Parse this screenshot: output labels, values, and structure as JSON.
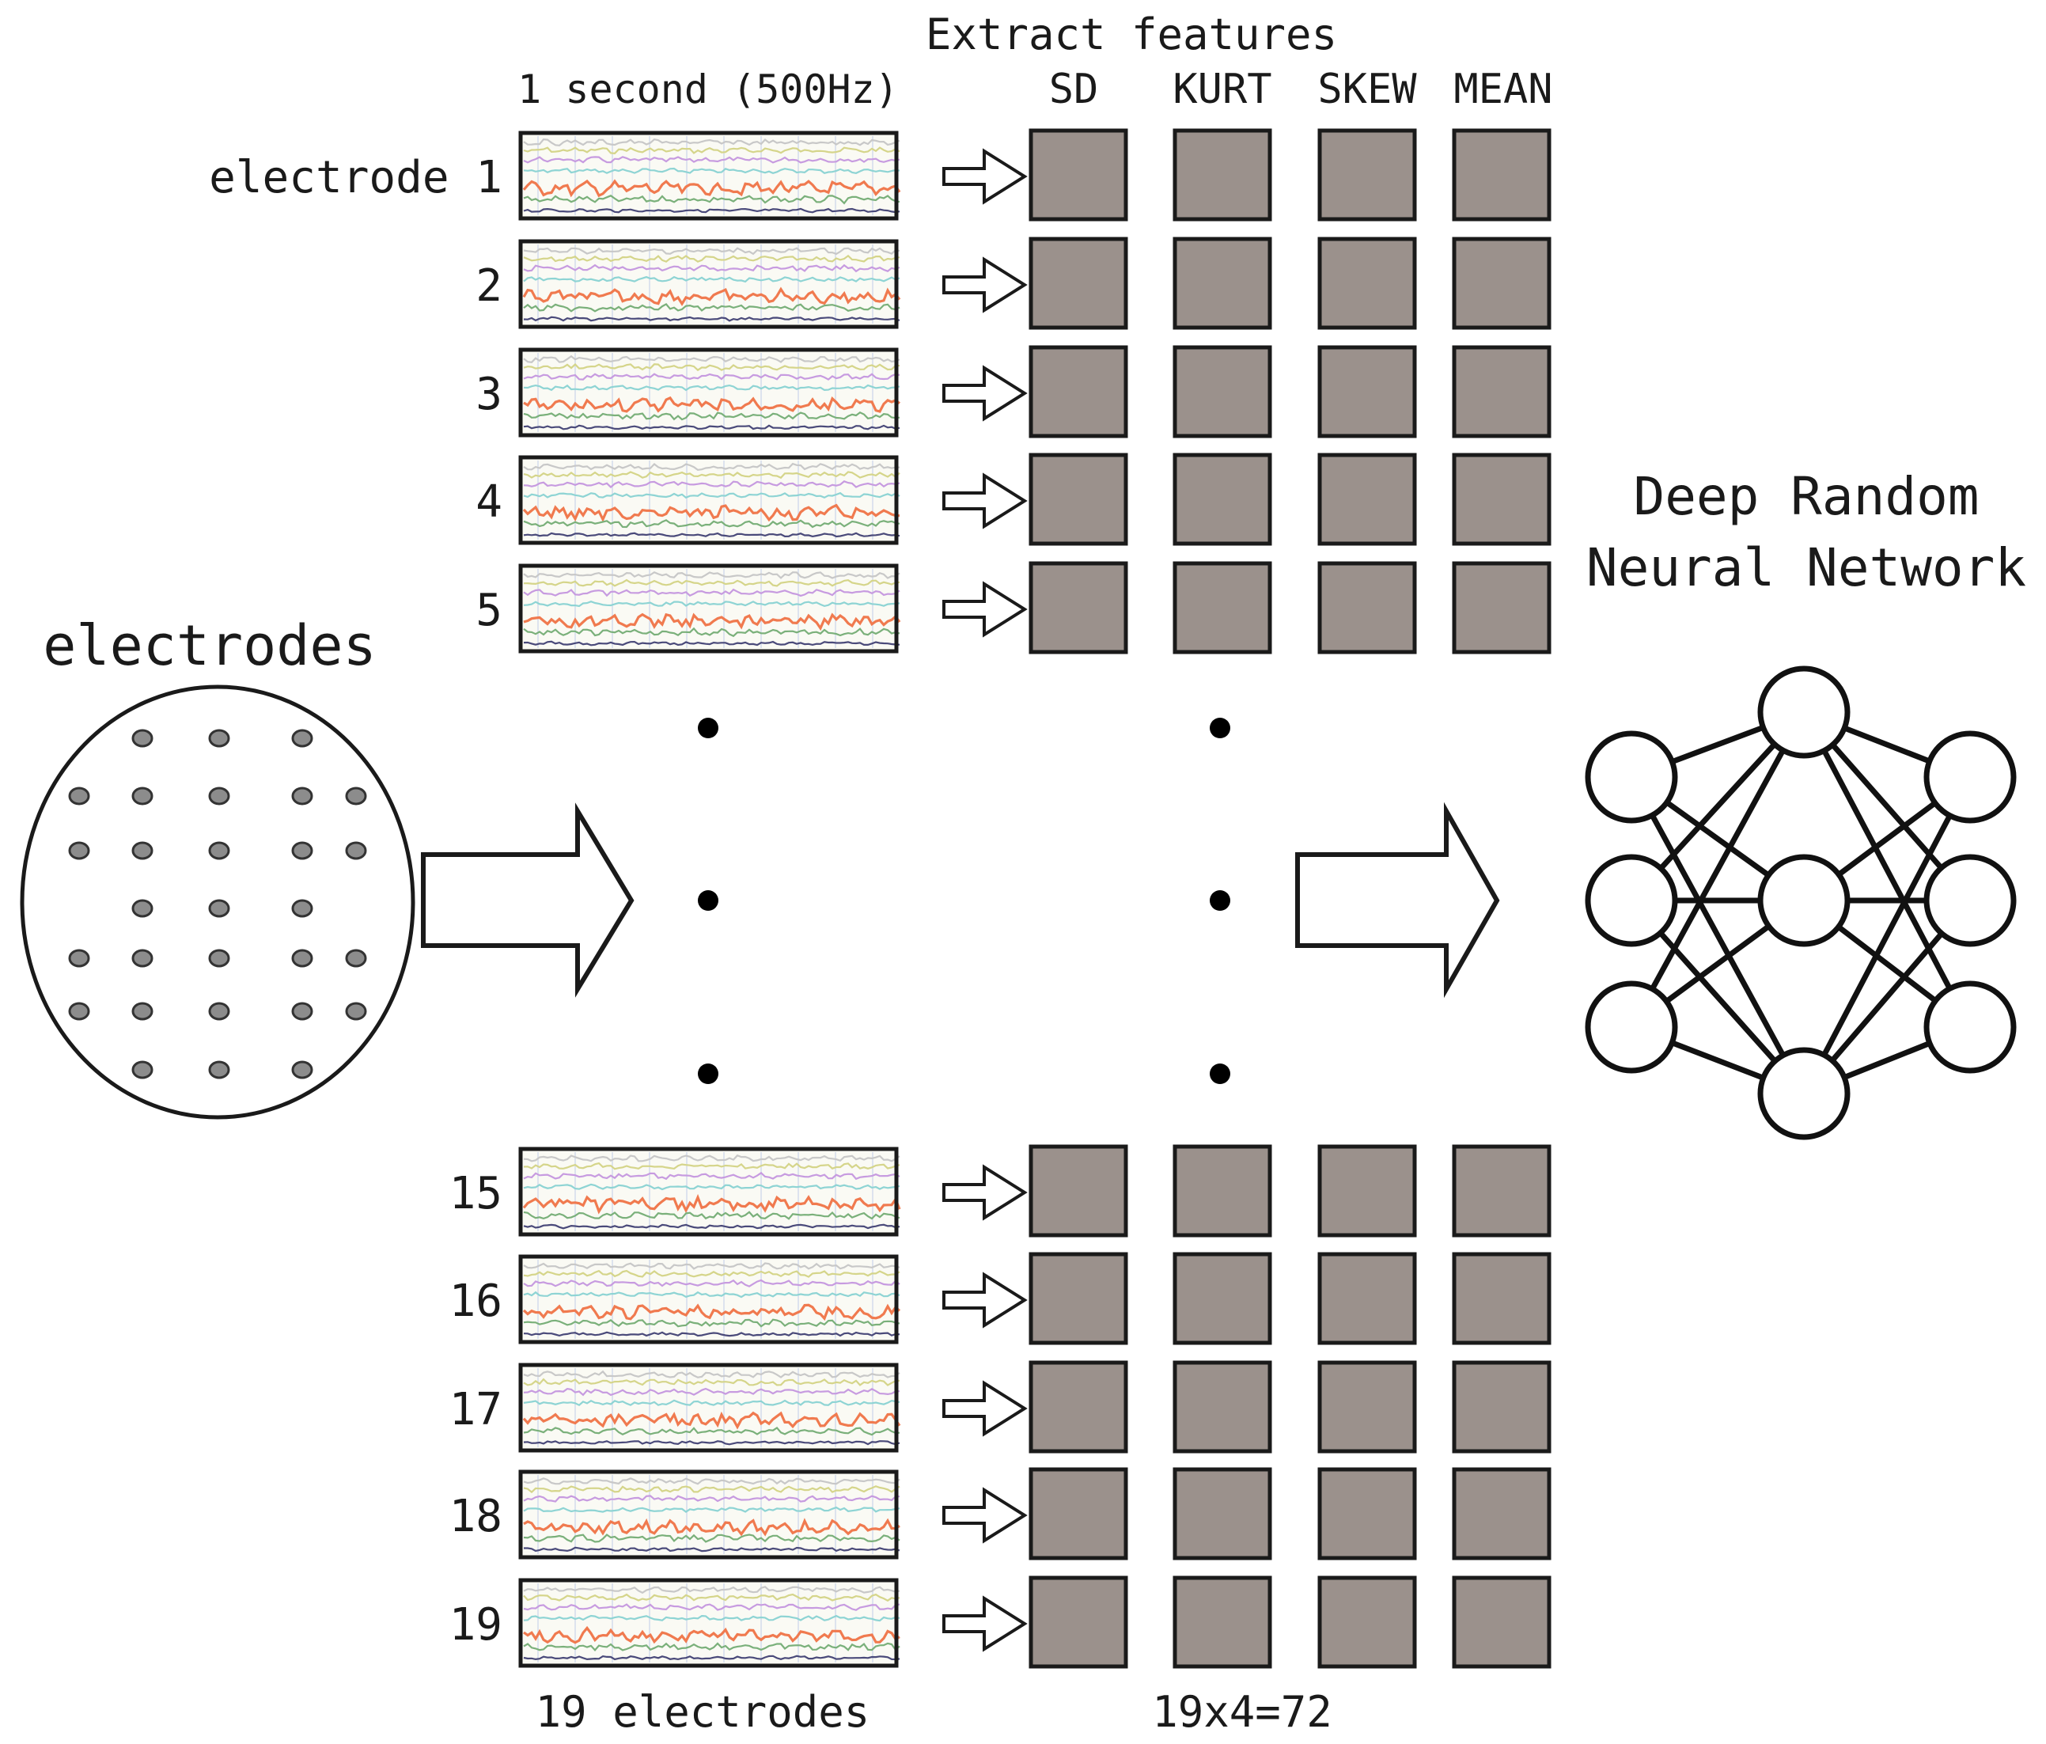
{
  "header": {
    "extract_features": "Extract features",
    "window_label": "1 second (500Hz)",
    "feature_columns": [
      "SD",
      "KURT",
      "SKEW",
      "MEAN"
    ]
  },
  "left": {
    "electrodes_title": "electrodes",
    "scalp_electrode_count": 29
  },
  "rows": [
    {
      "label": "electrode 1"
    },
    {
      "label": "2"
    },
    {
      "label": "3"
    },
    {
      "label": "4"
    },
    {
      "label": "5"
    },
    {
      "label": "15"
    },
    {
      "label": "16"
    },
    {
      "label": "17"
    },
    {
      "label": "18"
    },
    {
      "label": "19"
    }
  ],
  "footer": {
    "electrode_count": "19 electrodes",
    "feature_count": "19x4=72"
  },
  "network": {
    "title_line1": "Deep Random",
    "title_line2": "Neural Network"
  },
  "colors": {
    "feature_box": "#9b918c",
    "stroke": "#1a1a1a",
    "scalp_dot": "#8c8c8c",
    "signal_traces": [
      "#d5d58a",
      "#c79be0",
      "#8ed4d4",
      "#f07a4f",
      "#7ab07a",
      "#4a4a7a",
      "#c8c8c8"
    ]
  }
}
